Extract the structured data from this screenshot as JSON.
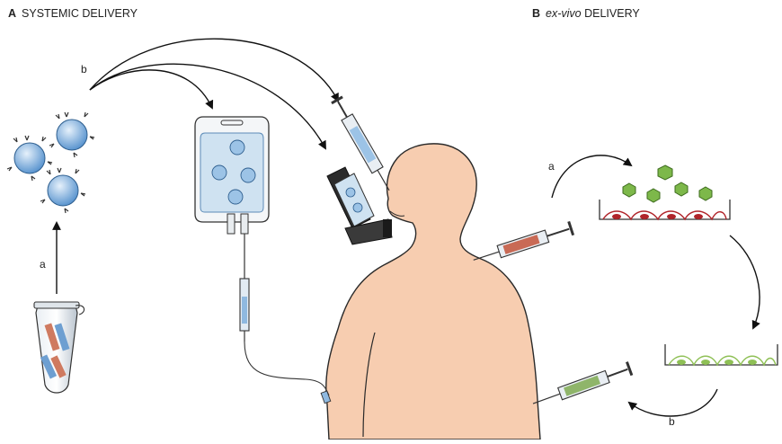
{
  "panel_a": {
    "letter": "A",
    "title": "SYSTEMIC DELIVERY",
    "step_a": "a",
    "step_b": "b"
  },
  "panel_b": {
    "letter": "B",
    "title_italic": "ex-vivo",
    "title_rest": "DELIVERY",
    "step_a": "a",
    "step_b": "b"
  },
  "colors": {
    "body_skin": "#f7cdb0",
    "body_outline": "#2a2a2a",
    "particle_blue": "#6fa8dc",
    "virus_green": "#7db84a",
    "cell_red": "#b0242a",
    "cell_green": "#8fc056",
    "syringe_red": "#c96a55",
    "syringe_green": "#8fb56a",
    "bag_blue": "#cfe2f1"
  }
}
